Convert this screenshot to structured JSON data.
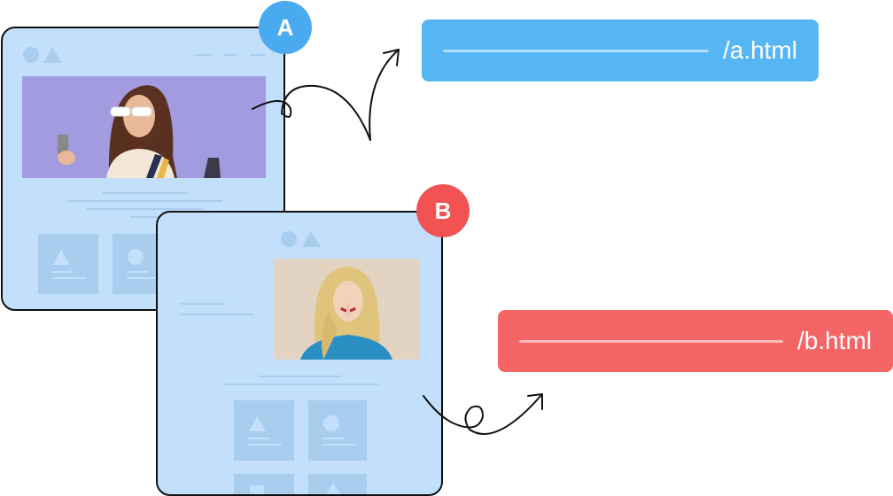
{
  "badges": {
    "a": "A",
    "b": "B"
  },
  "urls": {
    "a": "/a.html",
    "b": "/b.html"
  },
  "colors": {
    "blue": "#56b6f4",
    "red": "#f56565",
    "page": "#c2e0fb",
    "skeleton": "#a9cdee"
  },
  "icons": [
    "circle-icon",
    "triangle-icon",
    "arrow-icon"
  ]
}
